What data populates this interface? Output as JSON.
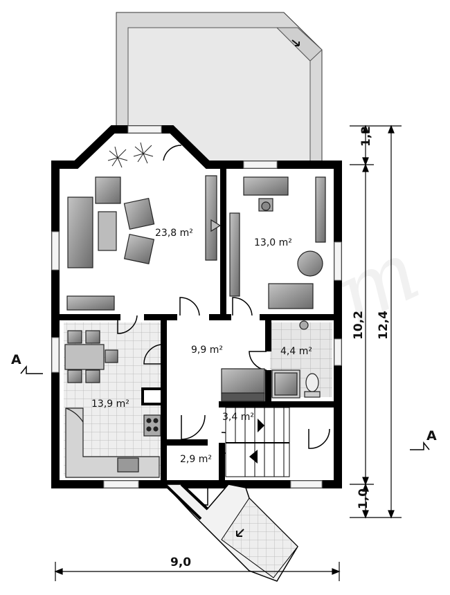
{
  "rooms": [
    {
      "key": "living",
      "area": "23,8 m²"
    },
    {
      "key": "office",
      "area": "13,0 m²"
    },
    {
      "key": "hall",
      "area": "9,9 m²"
    },
    {
      "key": "bathroom",
      "area": "4,4 m²"
    },
    {
      "key": "kitchen",
      "area": "13,9 m²"
    },
    {
      "key": "stairs",
      "area": "3,4 m²"
    },
    {
      "key": "vestibule",
      "area": "2,9 m²"
    }
  ],
  "dimensions": {
    "width": "9,0",
    "top_offset": "1,2",
    "main_depth": "10,2",
    "total_depth": "12,4",
    "bottom_offset": "1,0"
  },
  "section_markers": {
    "left": "A",
    "right": "A"
  },
  "watermark": "extradom",
  "colors": {
    "wall": "#000000",
    "furniture": "#8a8a8a",
    "tile": "#c9c9c9",
    "terrace": "#d8d8d8"
  }
}
